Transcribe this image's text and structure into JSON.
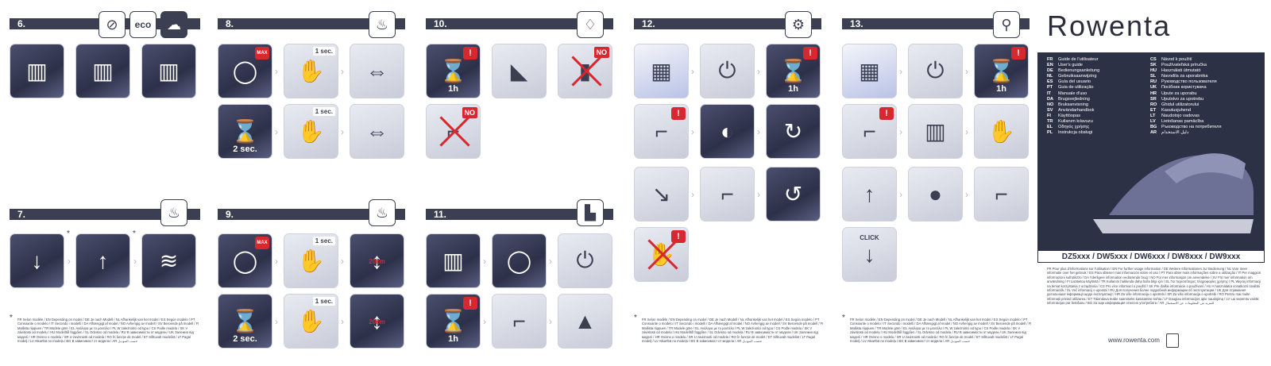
{
  "brand": "Rowenta",
  "sections": {
    "s6": "6.",
    "s7": "7.",
    "s8": "8.",
    "s9": "9.",
    "s10": "10.",
    "s11": "11.",
    "s12": "12.",
    "s13": "13."
  },
  "star": "*",
  "labels": {
    "eco": "eco",
    "max": "MAX",
    "one_sec": "1 sec.",
    "two_sec": "2 sec.",
    "one_h": "1h",
    "no": "NO",
    "click": "CLICK",
    "cm": "20cm"
  },
  "languages_left": [
    {
      "c": "FR",
      "t": "Guide de l'utilisateur"
    },
    {
      "c": "EN",
      "t": "User's guide"
    },
    {
      "c": "DE",
      "t": "Bedienungsanleitung"
    },
    {
      "c": "NL",
      "t": "Gebruiksaanwijzing"
    },
    {
      "c": "ES",
      "t": "Guía del usuario"
    },
    {
      "c": "PT",
      "t": "Guia de utilização"
    },
    {
      "c": "IT",
      "t": "Manuale d'uso"
    },
    {
      "c": "DA",
      "t": "Brugsvejledning"
    },
    {
      "c": "NO",
      "t": "Bruksanvisning"
    },
    {
      "c": "SV",
      "t": "Användarhandbok"
    },
    {
      "c": "FI",
      "t": "Käyttöopas"
    },
    {
      "c": "TR",
      "t": "Kullanım kılavuzu"
    },
    {
      "c": "EL",
      "t": "Οδηγός χρήσης"
    },
    {
      "c": "PL",
      "t": "Instrukcja obsługi"
    }
  ],
  "languages_right": [
    {
      "c": "CS",
      "t": "Návod k použití"
    },
    {
      "c": "SK",
      "t": "Používateľská príručka"
    },
    {
      "c": "HU",
      "t": "Használati útmutató"
    },
    {
      "c": "SL",
      "t": "Navodila za uporabnika"
    },
    {
      "c": "RU",
      "t": "Руководство пользователя"
    },
    {
      "c": "UK",
      "t": "Посібник користувача"
    },
    {
      "c": "HR",
      "t": "Upute za uporabu"
    },
    {
      "c": "SR",
      "t": "Uputstvo za upotrebu"
    },
    {
      "c": "RO",
      "t": "Ghidul utilizatorului"
    },
    {
      "c": "ET",
      "t": "Kasutusjuhend"
    },
    {
      "c": "LT",
      "t": "Naudotojo vadovas"
    },
    {
      "c": "LV",
      "t": "Lietošanas pamācība"
    },
    {
      "c": "BG",
      "t": "Ръководство на потребителя"
    },
    {
      "c": "AR",
      "t": "دليل الاستخدام"
    }
  ],
  "models": "DZ5xxx / DW5xxx / DW6xxx / DW8xxx / DW9xxx",
  "cover_note": "FR Pour plus d'informations sur l'utilisation / EN For further usage information / DE Weitere Informationen zur Bedienung / NL Voor meer informatie over het gebruik / ES Para obtener más información sobre el uso / PT Para obter mais informações sobre a utilização / IT Per maggiori informazioni sull'utilizzo / DA Yderligere information vedrørende brug / NO For mer informasjon om anvendelse / SV För mer information om användning / FI Lisätietoa käytöstä / TR Kullanım hakkında daha fazla bilgi için / EL Για περισσότερες πληροφορίες χρήσης / PL Więcej informacji na temat korzystania z urządzenia / CS Pro více informací o použití / SK Pre ďalšie informácie o používaní / HU A használatra vonatkozó további információk / SL Več informacij o uporabi / RU Для получения более подробной информации об эксплуатации / UK Для отримання детальнішої інформації щодо експлуатації / HR Za više informacija o upotrebi / SR Za više informacija o upotrebi / RO Pentru mai multe informații privind utilizarea / ET Täiendava teabe saamiseks kasutamise kohta / LT Daugiau informacijos apie naudojimą / LV Lai saņemtu vairāk informācijas par lietošanu / BG За още информация относно употребата / AR للمزيد من المعلومات عن الاستعمال",
  "url": "www.rowenta.com",
  "footnote": "FR Selon modèle / EN Depending on model / DE Je nach Modell / NL Afhankelijk van het model / ES Según modelo / PT Consoante o modelo / IT Secondo i modelli / DA Afhængigt af model / NO Avhengig av modell / SV Beroende på modell / FI Mallista riippuen / TR Modele göre / EL Ανάλογα με το μοντέλο / PL W zależności od typu / CS Podle modelu / SK V závislosti od modelu / HU Modelltől függően / SL Odvisno od modela / RU В зависимости от модели / UK Залежно від моделі / HR Ovisno o modelu / SR U zavisnosti od modela / RO În funcție de model / ET Sõltuvalt mudelist / LT Pagal modelį / LV Atkarībā no modeļa / BG В зависимост от модела / AR حسب الموديل"
}
